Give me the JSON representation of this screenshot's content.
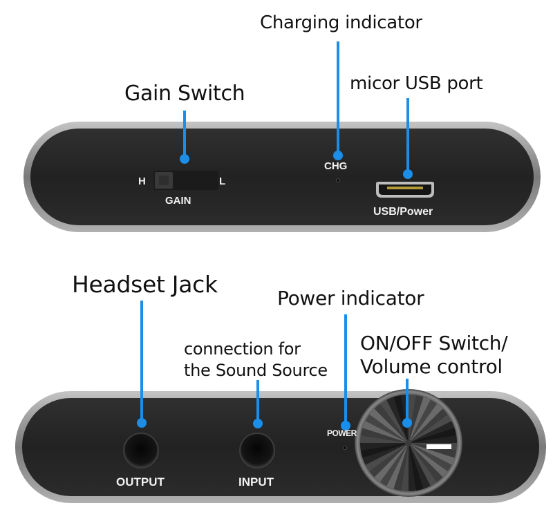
{
  "callouts": {
    "gain_switch": "Gain Switch",
    "charging_indicator": "Charging indicator",
    "usb_port": "micor USB port",
    "headset_jack": "Headset Jack",
    "sound_source_line1": "connection for",
    "sound_source_line2": "the Sound Source",
    "power_indicator": "Power indicator",
    "knob_line1": "ON/OFF Switch/",
    "knob_line2": "Volume control"
  },
  "top_panel": {
    "gain_high": "H",
    "gain_low": "L",
    "gain_label": "GAIN",
    "chg_label": "CHG",
    "usb_label": "USB/Power"
  },
  "bottom_panel": {
    "power_label": "POWER",
    "output_label": "OUTPUT",
    "input_label": "INPUT"
  },
  "colors": {
    "pointer": "#1a8ee8",
    "panel_face": "#262626",
    "panel_rim": "#8f8f8f",
    "text": "#111111"
  }
}
